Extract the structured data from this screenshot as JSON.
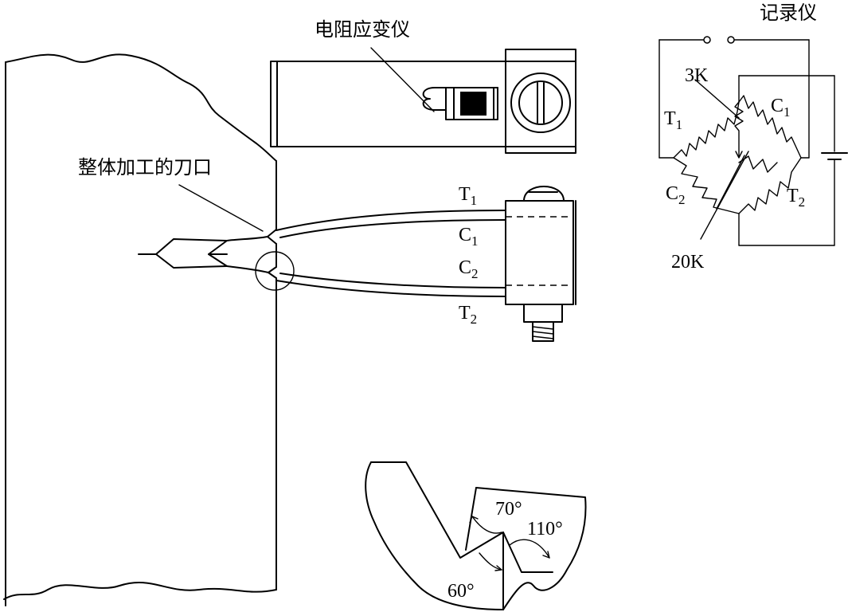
{
  "labels": {
    "strain_gauge": "电阻应变仪",
    "integral_notch": "整体加工的刀口",
    "recorder": "记录仪",
    "resistor_3k": "3K",
    "resistor_20k": "20K",
    "angle_70": "70°",
    "angle_110": "110°",
    "angle_60": "60°"
  },
  "gauges": {
    "top_main": "T",
    "top_sub": "1",
    "mid1_main": "C",
    "mid1_sub": "1",
    "mid2_main": "C",
    "mid2_sub": "2",
    "bot_main": "T",
    "bot_sub": "2"
  },
  "bridge": {
    "t1_main": "T",
    "t1_sub": "1",
    "c1_main": "C",
    "c1_sub": "1",
    "c2_main": "C",
    "c2_sub": "2",
    "t2_main": "T",
    "t2_sub": "2"
  }
}
